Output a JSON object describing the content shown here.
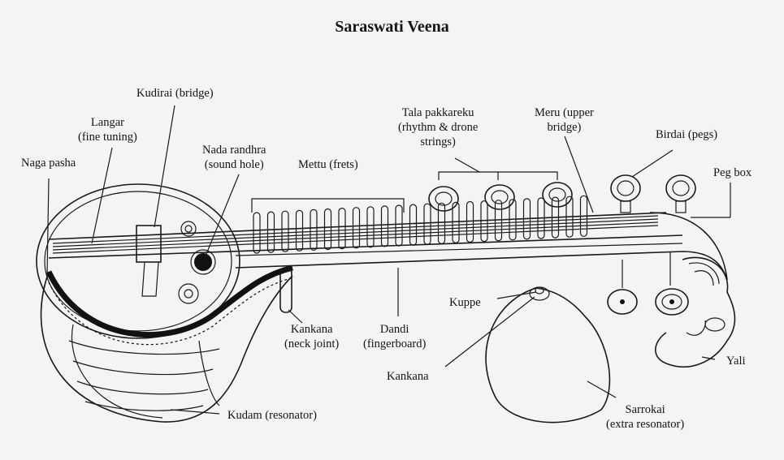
{
  "title": "Saraswati Veena",
  "labels": {
    "naga_pasha": "Naga pasha",
    "langar": [
      "Langar",
      "(fine tuning)"
    ],
    "kudirai": "Kudirai (bridge)",
    "nada_randhra": [
      "Nada randhra",
      "(sound hole)"
    ],
    "mettu": "Mettu (frets)",
    "tala_pakkareku": [
      "Tala pakkareku",
      "(rhythm & drone",
      "strings)"
    ],
    "meru": [
      "Meru (upper",
      "bridge)"
    ],
    "birdai": "Birdai (pegs)",
    "peg_box": "Peg box",
    "kankana_neck": [
      "Kankana",
      "(neck joint)"
    ],
    "dandi": [
      "Dandi",
      "(fingerboard)"
    ],
    "kuppe": "Kuppe",
    "kankana": "Kankana",
    "kudam": "Kudam (resonator)",
    "yali": "Yali",
    "sarrokai": [
      "Sarrokai",
      "(extra resonator)"
    ]
  }
}
